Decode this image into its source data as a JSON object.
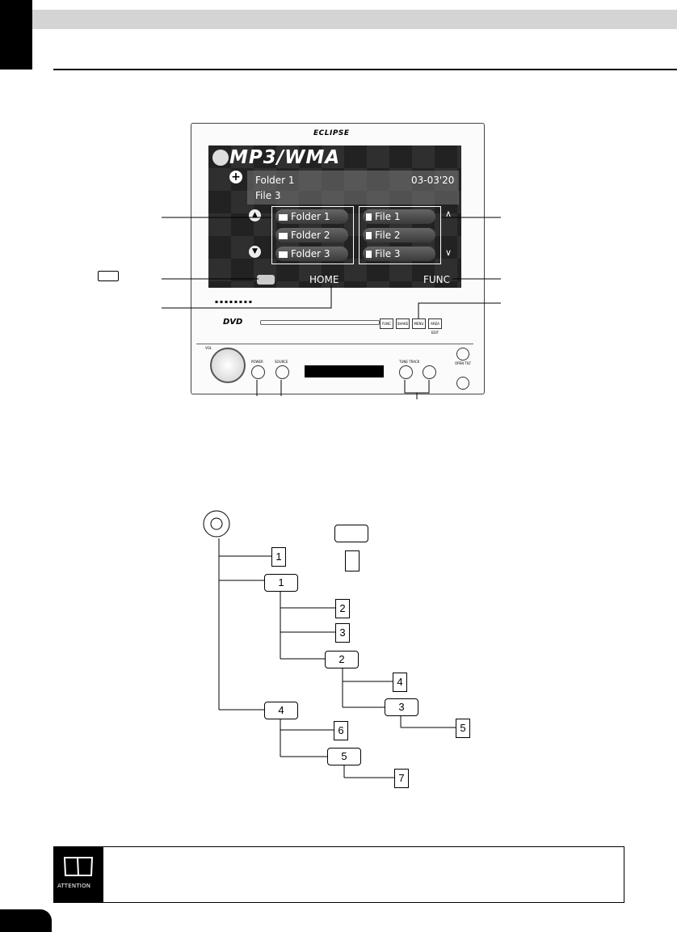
{
  "device": {
    "brand": "ECLIPSE",
    "screen": {
      "title": "MP3/WMA",
      "now_playing_folder": "Folder 1",
      "track_time": "03-03'20",
      "now_playing_file": "File 3",
      "folders": [
        "Folder 1",
        "Folder 2",
        "Folder 3"
      ],
      "files": [
        "File 1",
        "File 2",
        "File 3"
      ],
      "home_label": "HOME",
      "func_label": "FUNC"
    },
    "dvd_logo": "DVD",
    "front_buttons": [
      "FUNC",
      "SHAKE",
      "MENU",
      "AREA EDIT"
    ],
    "panel": {
      "power_label": "POWER",
      "source_label": "SOURCE",
      "tune_track_label": "TUNE TRACK",
      "vol_label": "VOL",
      "open_tilt_label": "OPEN TILT"
    }
  },
  "tree": {
    "root_symbol": "disc",
    "nodes": [
      {
        "type": "file",
        "label": "1"
      },
      {
        "type": "folder",
        "label": "1"
      },
      {
        "type": "file",
        "label": "2"
      },
      {
        "type": "file",
        "label": "3"
      },
      {
        "type": "folder",
        "label": "2"
      },
      {
        "type": "file",
        "label": "4"
      },
      {
        "type": "folder",
        "label": "3"
      },
      {
        "type": "file",
        "label": "5"
      },
      {
        "type": "folder",
        "label": "4"
      },
      {
        "type": "file",
        "label": "6"
      },
      {
        "type": "folder",
        "label": "5"
      },
      {
        "type": "file",
        "label": "7"
      }
    ]
  },
  "attention": {
    "label": "ATTENTION"
  }
}
